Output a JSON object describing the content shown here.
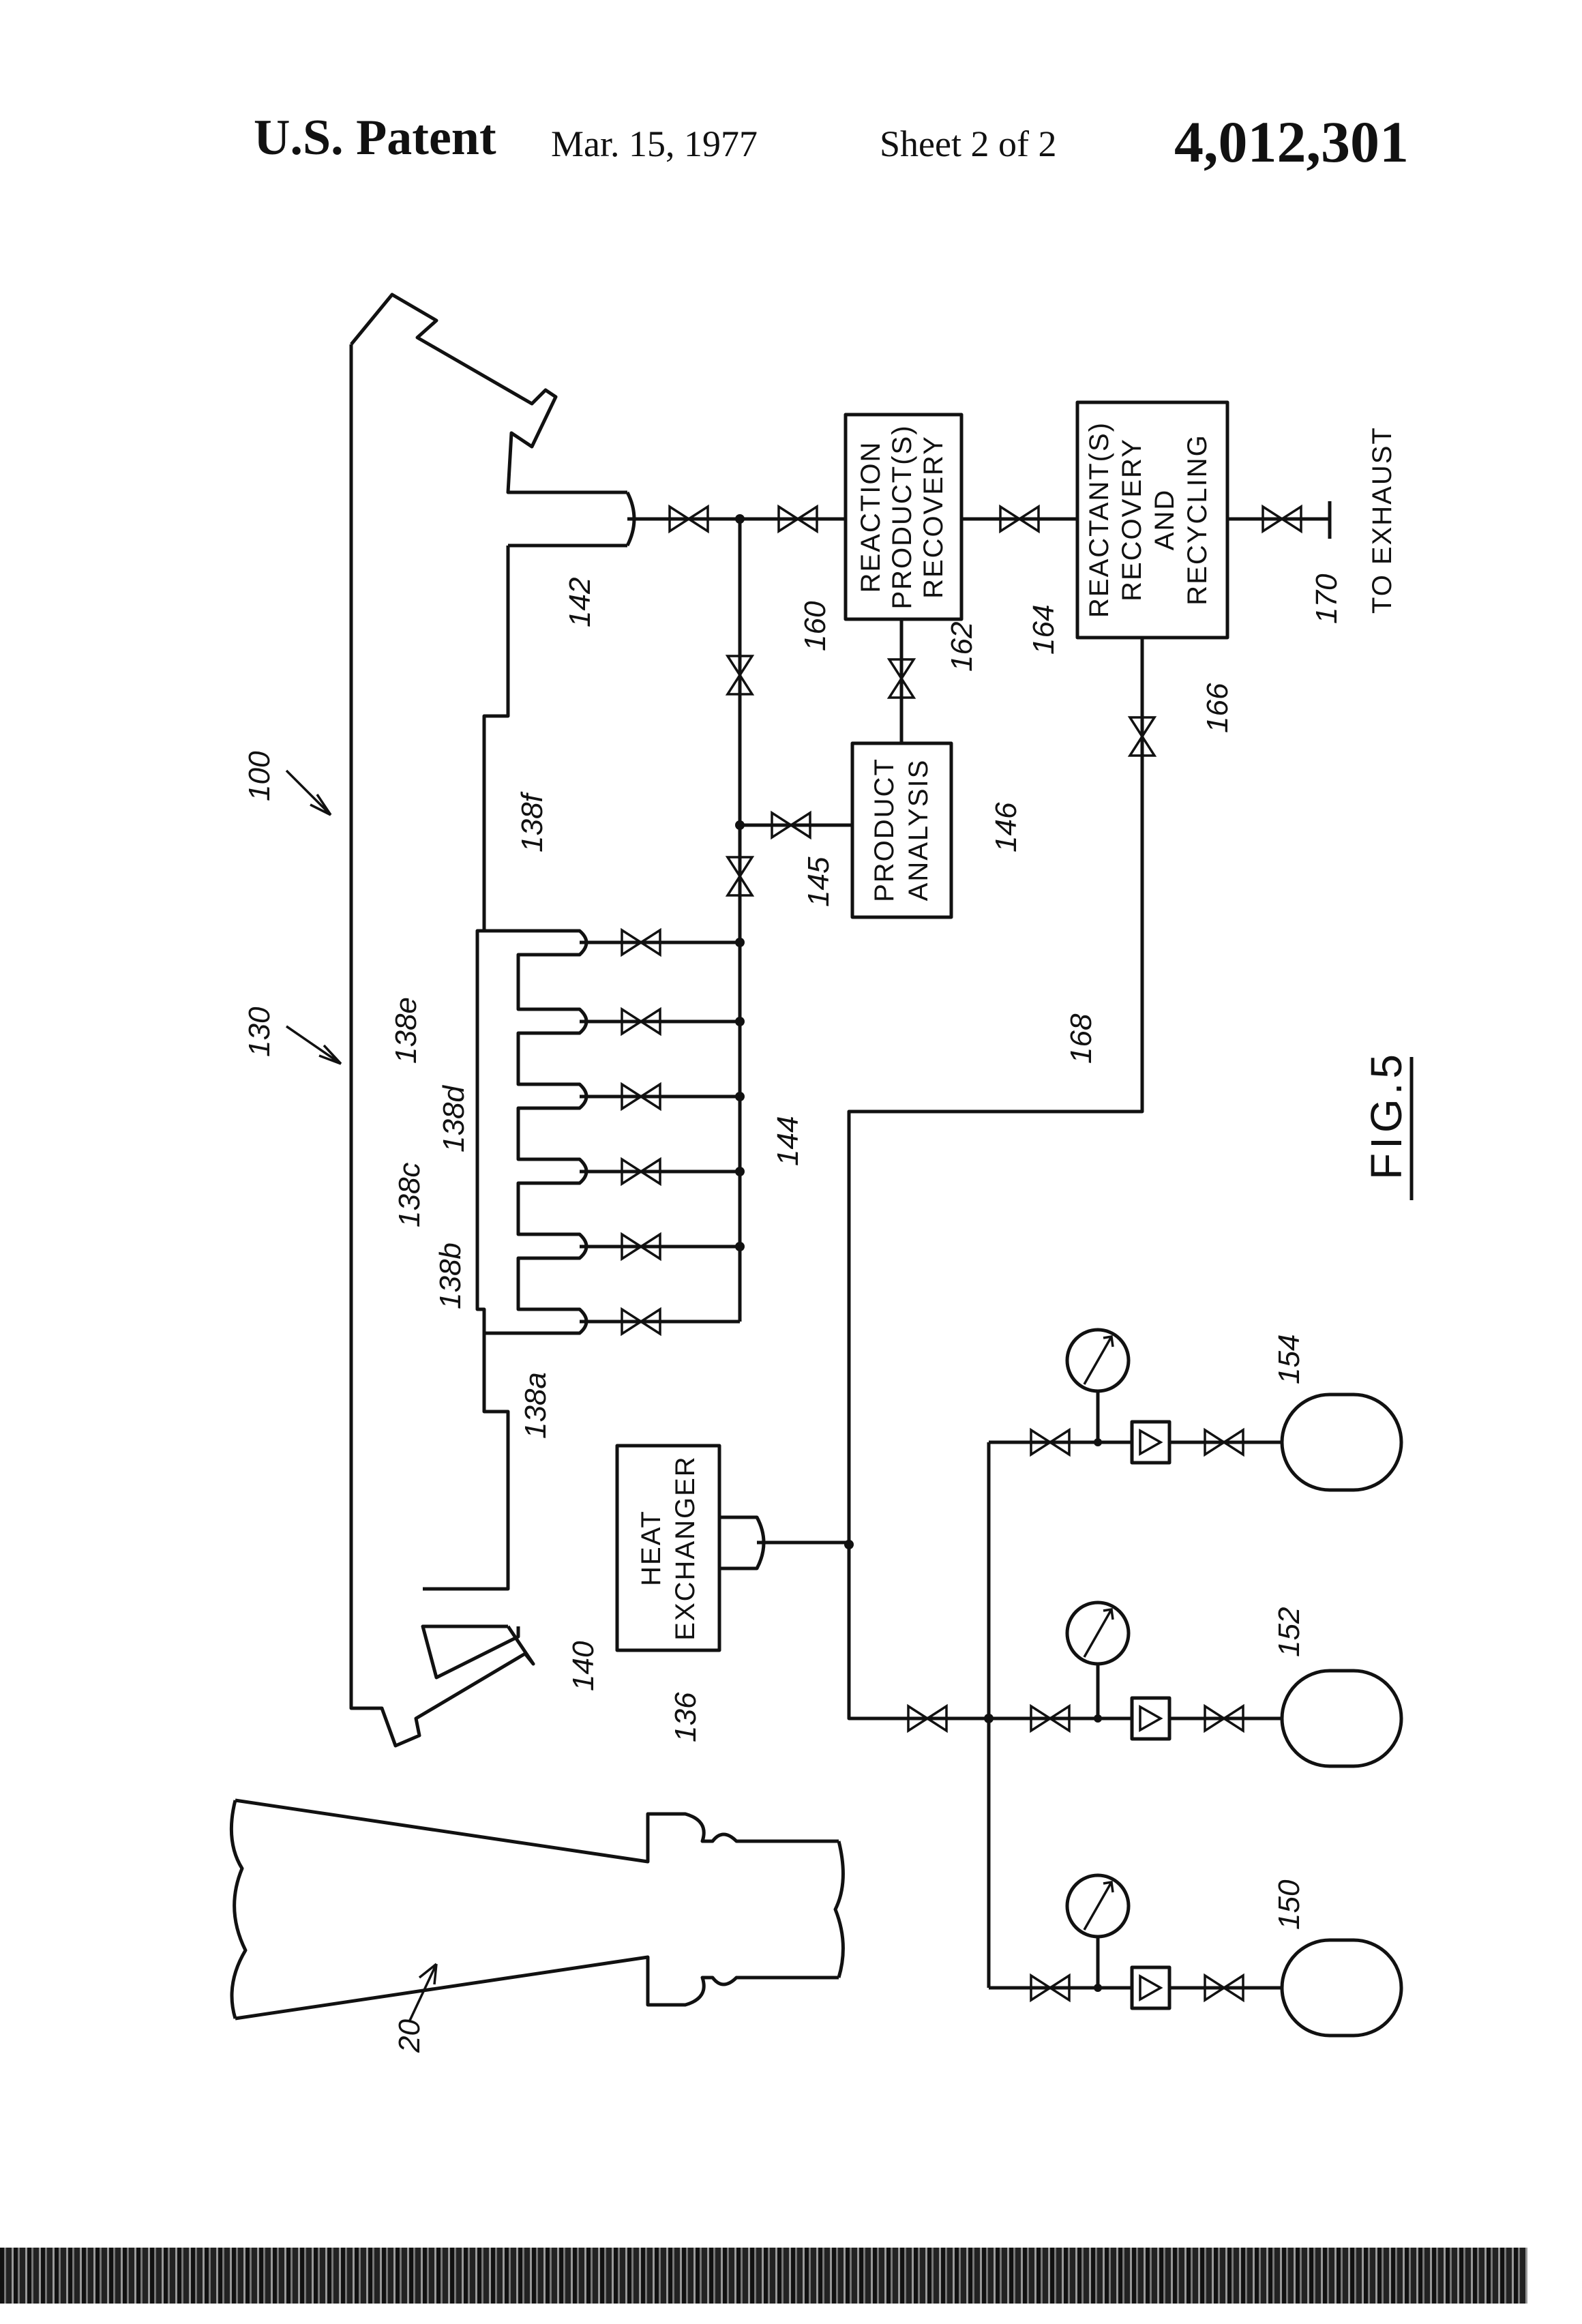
{
  "header": {
    "patent": "U.S. Patent",
    "date": "Mar. 15, 1977",
    "sheet": "Sheet 2 of 2",
    "number": "4,012,301"
  },
  "figure": {
    "title": "FIG.5",
    "boxes": {
      "reaction_products": [
        "REACTION",
        "PRODUCT(S)",
        "RECOVERY"
      ],
      "reactants_recovery": [
        "REACTANT(S)",
        "RECOVERY",
        "AND",
        "RECYCLING"
      ],
      "product_analysis": [
        "PRODUCT",
        "ANALYSIS"
      ],
      "heat_exchanger": [
        "HEAT",
        "EXCHANGER"
      ]
    },
    "exhaust_label": "TO EXHAUST",
    "labels": {
      "l100": "100",
      "l130": "130",
      "l20": "20",
      "l142": "142",
      "l160": "160",
      "l162": "162",
      "l164": "164",
      "l166": "166",
      "l170": "170",
      "l146": "146",
      "l145": "145",
      "l168": "168",
      "l144": "144",
      "l138f": "138f",
      "l138e": "138e",
      "l138d": "138d",
      "l138c": "138c",
      "l138b": "138b",
      "l138a": "138a",
      "l140": "140",
      "l136": "136",
      "l150": "150",
      "l152": "152",
      "l154": "154"
    }
  }
}
